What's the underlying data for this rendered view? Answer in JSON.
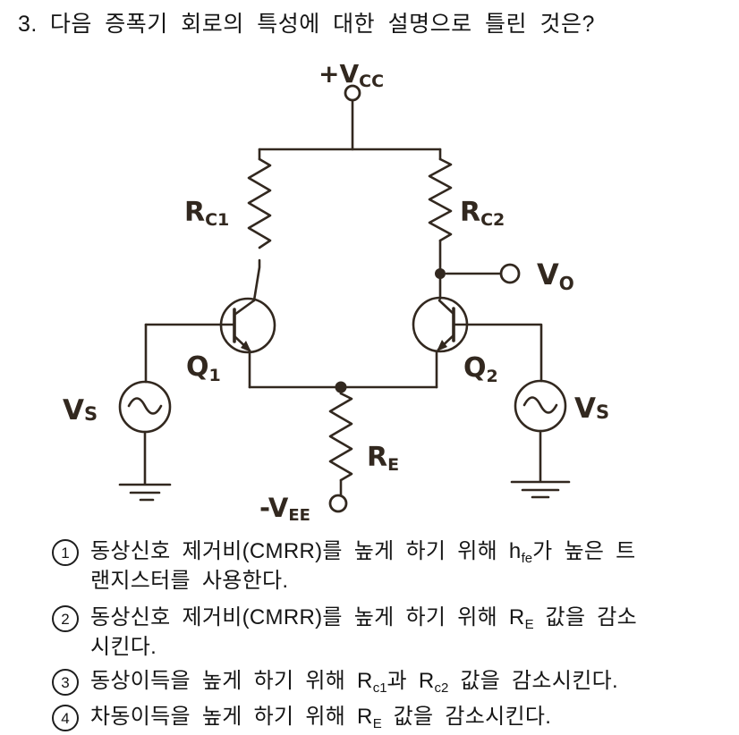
{
  "colors": {
    "line": "#32281f",
    "text": "#161616"
  },
  "title": {
    "number": "3.",
    "text": "다음 증폭기 회로의 특성에 대한 설명으로 틀린 것은?"
  },
  "circuit": {
    "labels": {
      "vcc_main": "+V",
      "vcc_sub": "CC",
      "rc1_main": "R",
      "rc1_sub": "C1",
      "rc2_main": "R",
      "rc2_sub": "C2",
      "vo_main": "V",
      "vo_sub": "O",
      "q1_main": "Q",
      "q1_sub": "1",
      "q2_main": "Q",
      "q2_sub": "2",
      "vs_left_main": "V",
      "vs_left_sub": "S",
      "vs_right_main": "V",
      "vs_right_sub": "S",
      "re_main": "R",
      "re_sub": "E",
      "vee_main": "-V",
      "vee_sub": "EE"
    }
  },
  "options": [
    {
      "digit": "1",
      "line1": {
        "s0": "동상신호 제거비(CMRR)를 높게 하기 위해 h",
        "sub0": "fe",
        "s1": "가 높은 트"
      },
      "line2": "랜지스터를 사용한다."
    },
    {
      "digit": "2",
      "line1": {
        "s0": "동상신호 제거비(CMRR)를 높게 하기 위해 R",
        "sub0": "E",
        "s1": " 값을 감소"
      },
      "line2": "시킨다."
    },
    {
      "digit": "3",
      "line1": {
        "s0": "동상이득을 높게 하기 위해 R",
        "sub0": "c1",
        "s1": "과 R",
        "sub1": "c2",
        "s2": " 값을 감소시킨다."
      }
    },
    {
      "digit": "4",
      "line1": {
        "s0": "차동이득을 높게 하기 위해 R",
        "sub0": "E",
        "s1": " 값을 감소시킨다."
      }
    }
  ]
}
